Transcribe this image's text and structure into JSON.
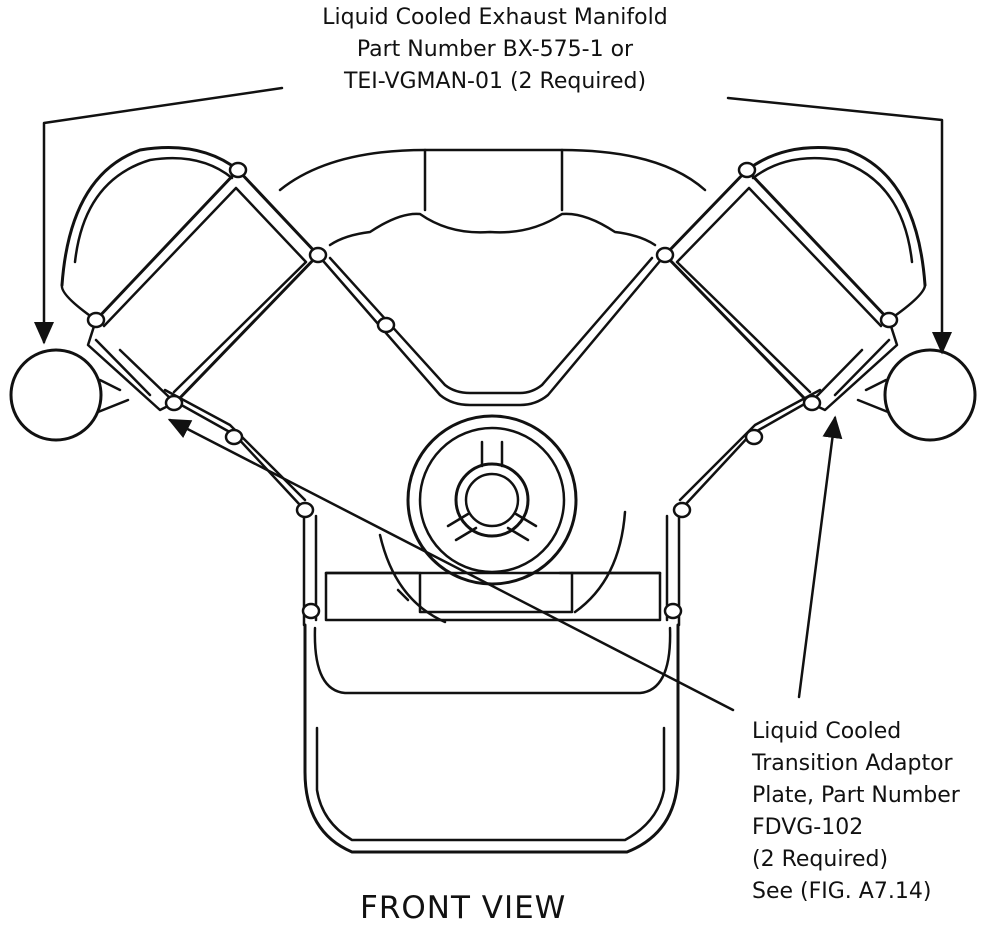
{
  "manifold_callout": {
    "line1": "Liquid Cooled Exhaust Manifold",
    "line2": "Part Number BX-575-1 or",
    "line3": "TEI-VGMAN-01 (2 Required)"
  },
  "adaptor_callout": {
    "line1": "Liquid Cooled",
    "line2": "Transition Adaptor",
    "line3": "Plate, Part Number",
    "line4": "FDVG-102",
    "line5": "(2 Required)",
    "line6": "See (FIG. A7.14)"
  },
  "view_title": "FRONT VIEW",
  "colors": {
    "ink": "#111111",
    "paper": "#ffffff"
  }
}
